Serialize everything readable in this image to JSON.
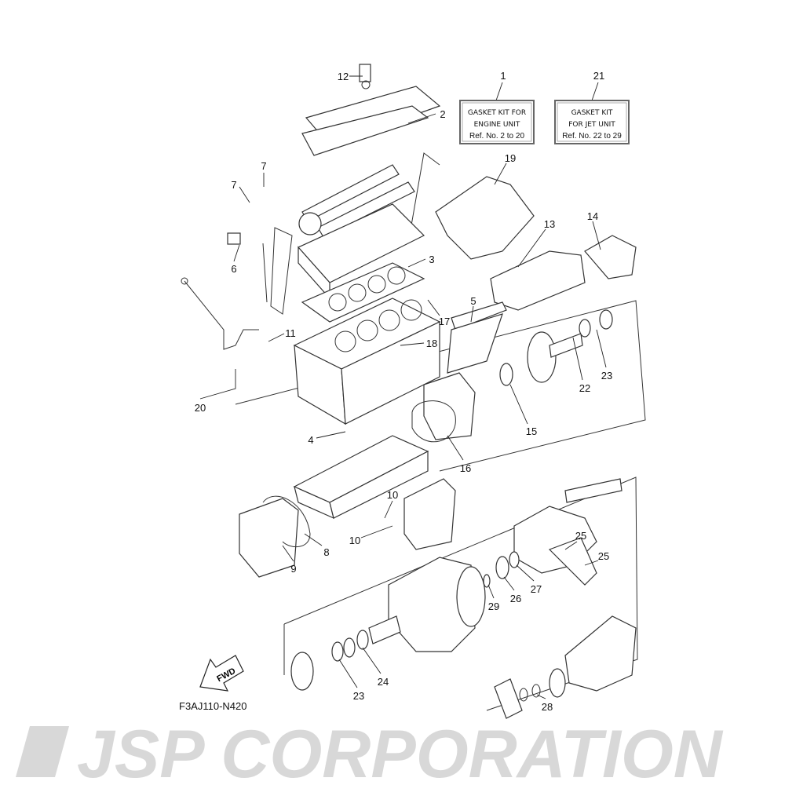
{
  "watermark": "JSP CORPORATION",
  "diagram_code": "F3AJ110-N420",
  "fwd_label": "FWD",
  "kits": [
    {
      "ref": "1",
      "line1": "GASKET KIT FOR",
      "line2": "ENGINE UNIT",
      "line3": "Ref. No. 2 to 20"
    },
    {
      "ref": "21",
      "line1": "GASKET KIT",
      "line2": "FOR JET UNIT",
      "line3": "Ref. No. 22 to 29"
    }
  ],
  "callouts": [
    "12",
    "2",
    "7",
    "7",
    "19",
    "13",
    "14",
    "6",
    "3",
    "17",
    "5",
    "11",
    "18",
    "20",
    "22",
    "23",
    "15",
    "4",
    "16",
    "10",
    "10",
    "8",
    "9",
    "25",
    "25",
    "29",
    "26",
    "27",
    "23",
    "24",
    "28"
  ]
}
